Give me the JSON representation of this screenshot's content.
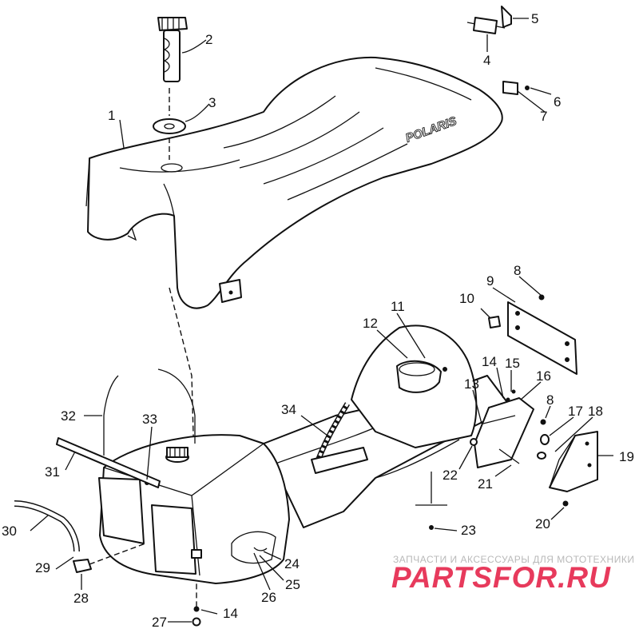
{
  "diagram": {
    "brand_logo_text": "POLARIS",
    "callouts": [
      "1",
      "2",
      "3",
      "4",
      "5",
      "6",
      "7",
      "8",
      "9",
      "10",
      "11",
      "12",
      "13",
      "14",
      "15",
      "16",
      "8",
      "17",
      "18",
      "19",
      "20",
      "21",
      "22",
      "23",
      "24",
      "25",
      "26",
      "27",
      "14",
      "28",
      "29",
      "30",
      "31",
      "32",
      "33",
      "34"
    ]
  },
  "watermark": {
    "top_text": "ЗАПЧАСТИ И АКСЕССУАРЫ ДЛЯ МОТОТЕХНИКИ",
    "brand": "PARTSFOR.RU"
  }
}
